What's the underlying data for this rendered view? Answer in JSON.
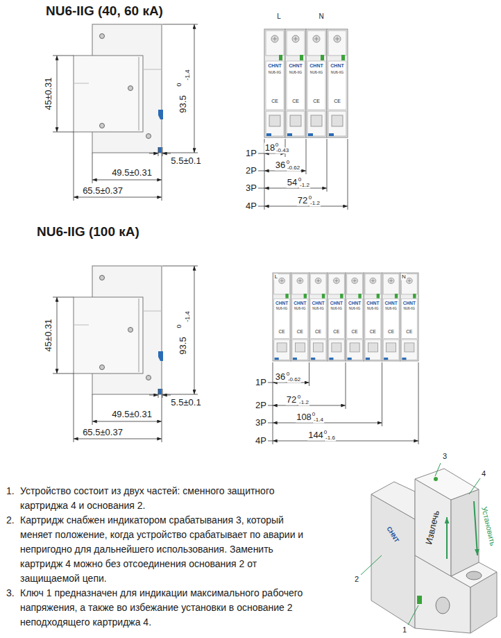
{
  "diagram": {
    "labels": [
      "NU6-IIG (40, 60 кА)",
      "45±0.31",
      "93.5",
      "0",
      "-1.4",
      "5.5±0.1",
      "49.5±0.31",
      "65.5±0.37",
      "L",
      "N",
      "CHNT",
      "NU6-IIG",
      "CE",
      "CHNT",
      "NU6-IIG",
      "CE",
      "CHNT",
      "NU6-IIG",
      "CE",
      "CHNT",
      "NU6-IIG",
      "CE",
      "1P",
      "18",
      "0",
      "-0.43",
      "2P",
      "36",
      "0",
      "-0.62",
      "3P",
      "54",
      "0",
      "-1.2",
      "4P",
      "72",
      "0",
      "-1.2",
      "NU6-IIG (100 кА)",
      "45±0.31",
      "93.5",
      "0",
      "-1.4",
      "5.5±0.1",
      "49.5±0.31",
      "65.5±0.37",
      "L",
      "N",
      "CHNT",
      "NU6-IIG",
      "CE",
      "CHNT",
      "NU6-IIG",
      "CE",
      "CHNT",
      "NU6-IIG",
      "CE",
      "CHNT",
      "NU6-IIG",
      "CE",
      "CHNT",
      "NU6-IIG",
      "CE",
      "CHNT",
      "NU6-IIG",
      "CE",
      "CHNT",
      "NU6-IIG",
      "CE",
      "CHNT",
      "NU6-IIG",
      "CE",
      "1P",
      "36",
      "0",
      "-0.62",
      "2P",
      "72",
      "0",
      "-1.2",
      "3P",
      "108",
      "0",
      "-1.4",
      "4P",
      "144",
      "0",
      "-1.6",
      "1.",
      "Устройство состоит из двух частей: сменного защитного картриджа 4 и основания 2.",
      "2.",
      "Картридж снабжен индикатором срабатывания 3, который меняет положение, когда устройство срабатывает по аварии и непригодно для дальнейшего использования. Заменить картридж 4 можно без отсоединения основания 2 от защищаемой цепи.",
      "3.",
      "Ключ 1 предназначен для индикации максимального рабочего напряжения, а также во избежание установки в основание 2 неподходящего картриджа 4.",
      "3",
      "4",
      "2",
      "1",
      "Извлечь",
      "Установить",
      "CHNT"
    ]
  }
}
